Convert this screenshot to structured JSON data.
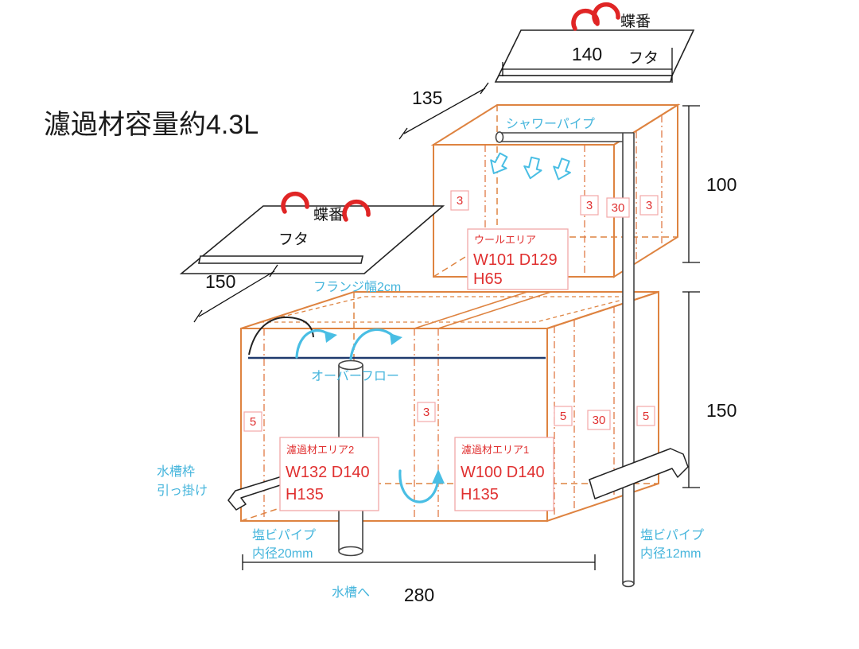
{
  "title": "濾過材容量約4.3L",
  "colors": {
    "outline_orange": "#DE8340",
    "accent_red": "#E03030",
    "label_blue": "#45B5DC",
    "water_navy": "#1E3A6E",
    "hinge_red": "#E02525",
    "line_black": "#1A1A1A"
  },
  "top_lid": {
    "hinge": "蝶番",
    "lid": "フタ",
    "dim_width": "140",
    "dim_depth": "135"
  },
  "left_lid": {
    "hinge": "蝶番",
    "lid": "フタ",
    "dim_depth": "150"
  },
  "upper_box": {
    "shower_pipe": "シャワーパイプ",
    "dim_height": "100",
    "gap_left": "3",
    "gap_r1": "3",
    "gap_r2": "30",
    "gap_r3": "3",
    "wool": {
      "name": "ウールエリア",
      "wd": "W101 D129",
      "h": "H65"
    }
  },
  "main_box": {
    "flange": "フランジ幅2cm",
    "overflow": "オーバーフロー",
    "dim_height": "150",
    "dim_width": "280",
    "gap_left": "5",
    "gap_mid": "3",
    "gap_r1": "5",
    "gap_r2": "30",
    "gap_r3": "5",
    "area2": {
      "name": "濾過材エリア2",
      "wd": "W132 D140",
      "h": "H135"
    },
    "area1": {
      "name": "濾過材エリア1",
      "wd": "W100 D140",
      "h": "H135"
    },
    "hook_line1": "水槽枠",
    "hook_line2": "引っ掛け",
    "pipe20_line1": "塩ビパイプ",
    "pipe20_line2": "内径20mm",
    "pipe12_line1": "塩ビパイプ",
    "pipe12_line2": "内径12mm",
    "to_tank": "水槽へ"
  }
}
